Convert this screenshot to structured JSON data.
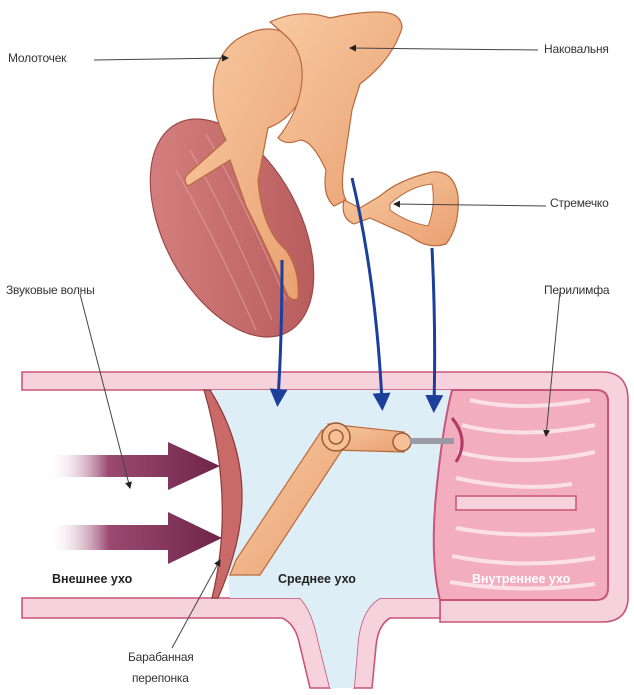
{
  "labels": {
    "malleus": "Молоточек",
    "incus": "Наковальня",
    "stapes": "Стремечко",
    "sound_waves": "Звуковые волны",
    "perilymph": "Перилимфа",
    "eardrum_line1": "Барабанная",
    "eardrum_line2": "перепонка"
  },
  "zones": {
    "outer": "Внешнее ухо",
    "middle": "Среднее ухо",
    "inner": "Внутреннее ухо"
  },
  "colors": {
    "canal_pink": "#e8a2b4",
    "middle_ear_fill": "#deeef6",
    "bone": "#f2b488",
    "eardrum": "#c96a68",
    "sound_arrow": "#7a2f55",
    "blue_arrow": "#1d3f9c"
  }
}
